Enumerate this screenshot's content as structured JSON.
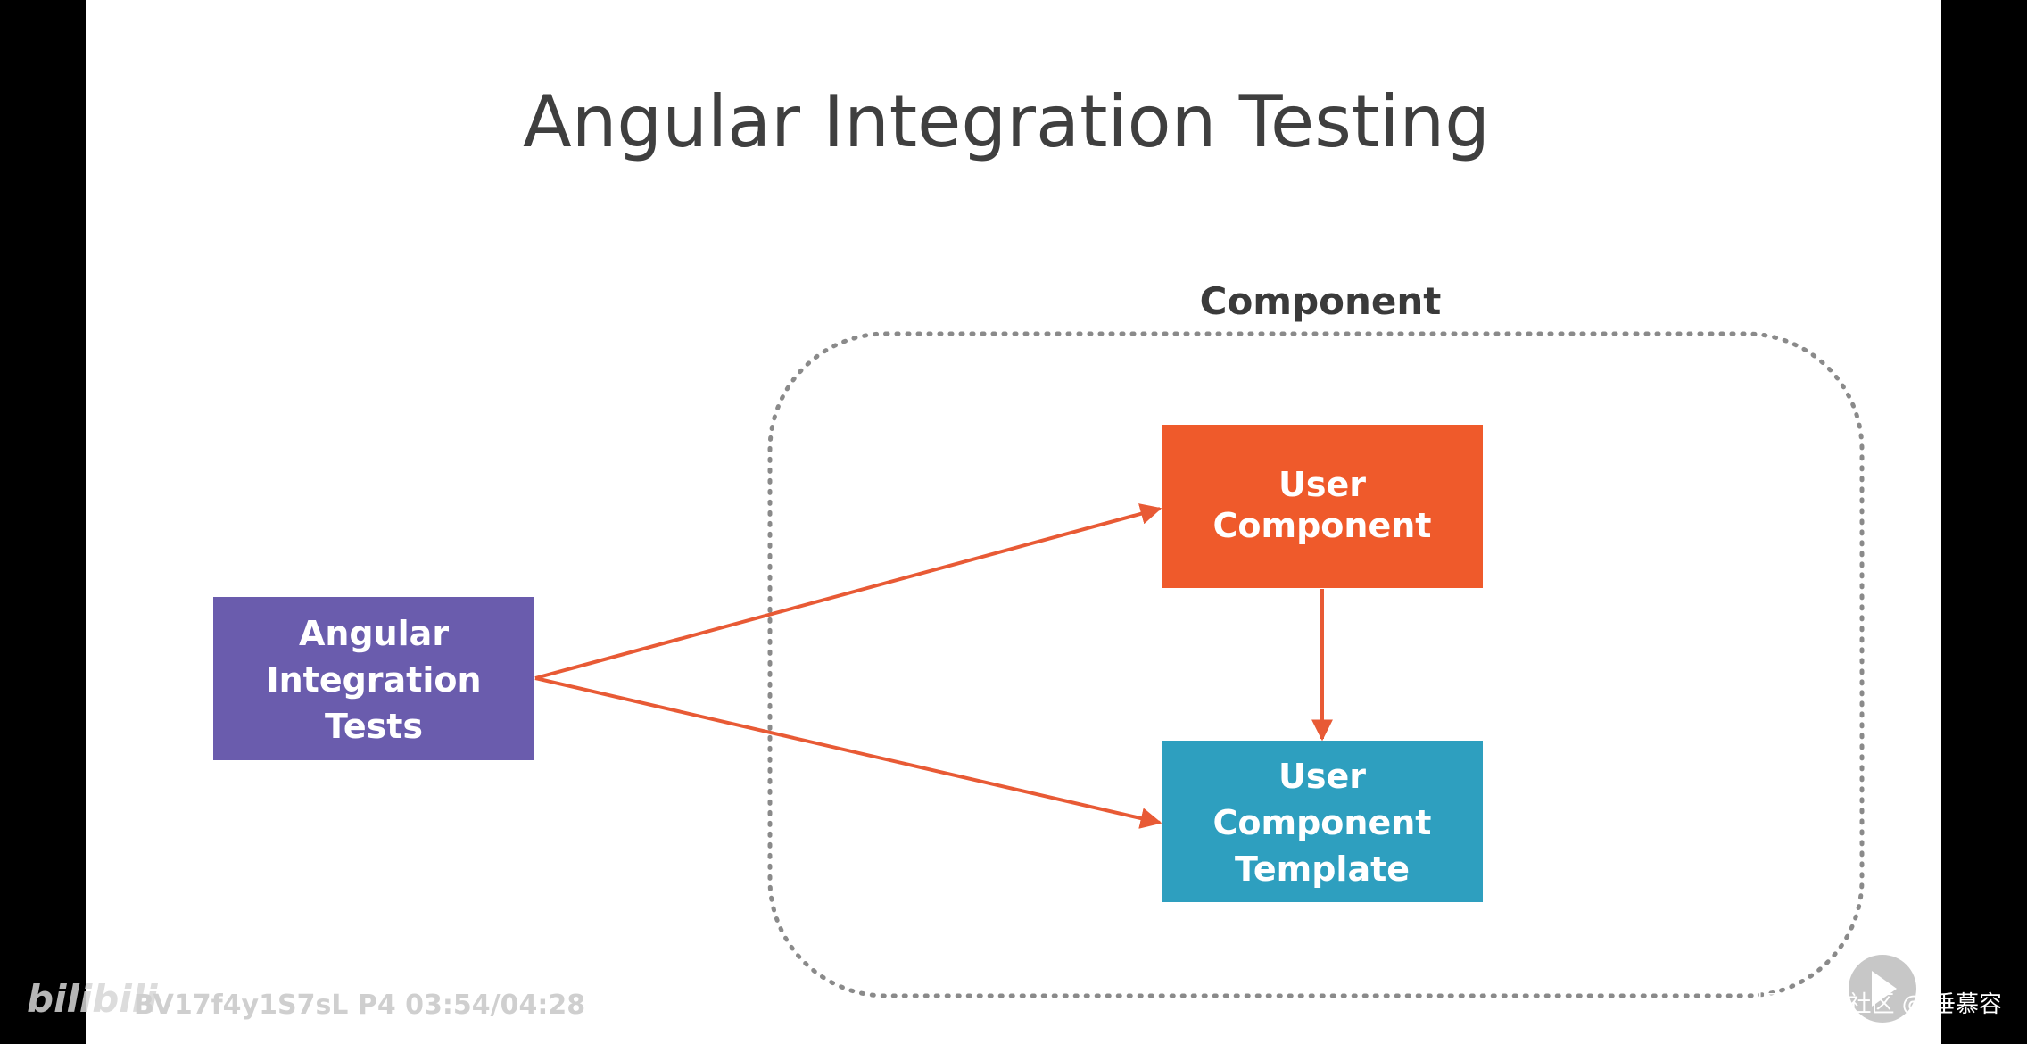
{
  "slide": {
    "title": "Angular Integration Testing",
    "component_group": {
      "label": "Component"
    },
    "boxes": {
      "tests": {
        "lines": [
          "Angular",
          "Integration",
          "Tests"
        ],
        "color": "#6a5cad"
      },
      "user_component": {
        "lines": [
          "User",
          "Component"
        ],
        "color": "#ef5a2b"
      },
      "user_component_template": {
        "lines": [
          "User",
          "Component",
          "Template"
        ],
        "color": "#2e9fbf"
      }
    },
    "arrow_color": "#e85a35"
  },
  "overlay": {
    "video_info": "BV17f4y1S7sL P4 03:54/04:28",
    "logo_icon": "bilibili-logo-icon",
    "logo_text": "bilibili",
    "play_icon": "play-icon",
    "credit": "掘金技术社区 @ 垂慕容"
  }
}
